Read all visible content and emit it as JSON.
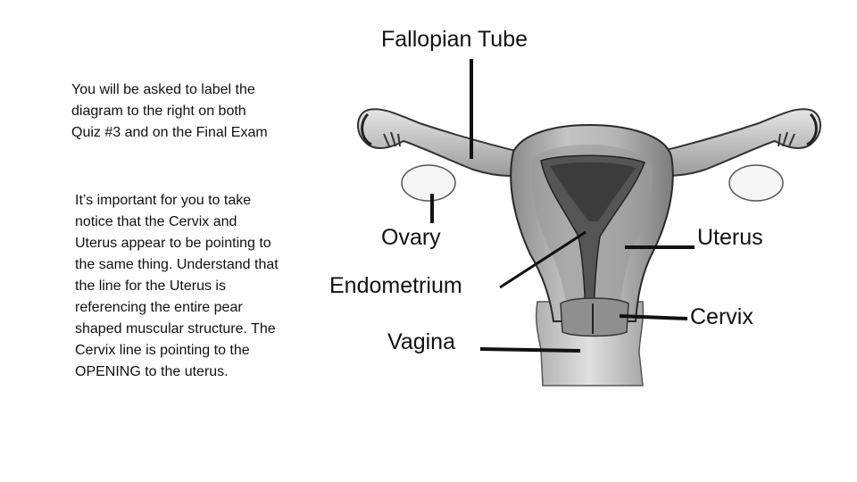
{
  "notes": {
    "quiz_note": "You will be asked to label the diagram to the right on both Quiz #3 and on the Final Exam",
    "orientation_note": "It’s important for you to take notice that the Cervix and Uterus appear to be pointing to the same thing. Understand that the line for the Uterus is referencing the entire pear shaped muscular structure. The Cervix line is pointing to the OPENING to the uterus."
  },
  "labels": {
    "fallopian_tube": "Fallopian Tube",
    "ovary": "Ovary",
    "endometrium": "Endometrium",
    "vagina": "Vagina",
    "uterus": "Uterus",
    "cervix": "Cervix"
  },
  "colors": {
    "outline": "#1a1a1a",
    "tissue_light": "#d9d9d9",
    "tissue_mid": "#a9a9a9",
    "tissue_dark": "#6e6e6e",
    "cavity": "#4a4a4a"
  }
}
